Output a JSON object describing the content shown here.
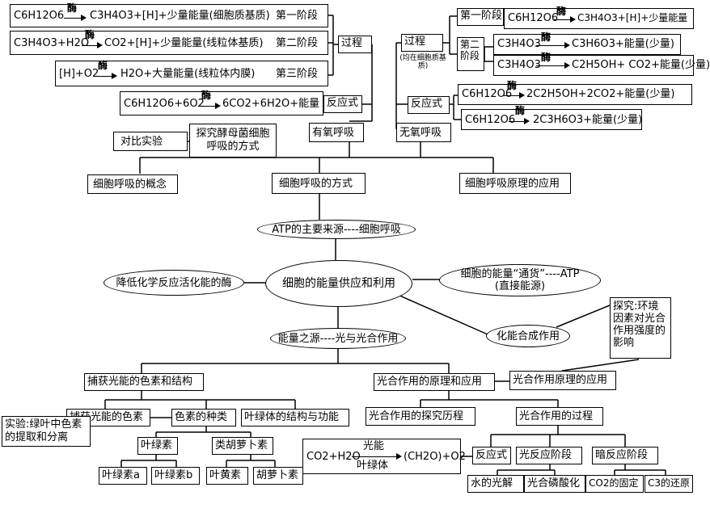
{
  "aerobic": {
    "eq1": {
      "left": "C6H12O6",
      "right": "C3H4O3+[H]+少量能量(细胞质基质)",
      "stage": "第一阶段"
    },
    "eq2": {
      "left": "C3H4O3+H2O",
      "right": "CO2+[H]+少量能量(线粒体基质)",
      "stage": "第二阶段"
    },
    "eq3": {
      "left": "[H]+O2",
      "right": "H2O+大量能量(线粒体内膜)",
      "stage": "第三阶段"
    },
    "eq_total": {
      "left": "C6H12O6+6O2",
      "right": "6CO2+6H2O+能量"
    },
    "process": "过程",
    "formula": "反应式",
    "title": "有氧呼吸"
  },
  "enzyme": "酶",
  "anaerobic": {
    "process": "过程",
    "process_note": "(均在细胞质基质)",
    "stage1": "第一阶段",
    "stage2": "第二阶段",
    "s1_eq": {
      "left": "C6H12O6",
      "right": "C3H4O3+[H]+少量能量"
    },
    "s2_eq_a": {
      "left": "C3H4O3",
      "right": "C3H6O3+能量(少量)"
    },
    "s2_eq_b": {
      "left": "C3H4O3",
      "right": "C2H5OH+ CO2+能量(少量)"
    },
    "formula": "反应式",
    "f_eq_a": {
      "left": "C6H12O6",
      "right": "2C2H5OH+2CO2+能量(少量)"
    },
    "f_eq_b": {
      "left": "C6H12O6",
      "right": "2C3H6O3+能量(少量)"
    },
    "title": "无氧呼吸"
  },
  "compare_exp": "对比实验",
  "explore_yeast": "探究酵母菌细胞呼吸的方式",
  "resp_concept": "细胞呼吸的概念",
  "resp_mode": "细胞呼吸的方式",
  "resp_application": "细胞呼吸原理的应用",
  "atp_source": "ATP的主要来源----细胞呼吸",
  "enzyme_lower": "降低化学反应活化能的酶",
  "center": "细胞的能量供应和利用",
  "atp_currency": "细胞的能量“通货”----ATP",
  "atp_direct": "(直接能源)",
  "chemosynthesis": "化能合成作用",
  "explore_env": "探究:环境因素对光合作用强度的影响",
  "photo_source": "能量之源----光与光合作用",
  "pigment_structure": "捕获光能的色素和结构",
  "photo_principle": "光合作用的原理和应用",
  "photo_principle_app": "光合作用原理的应用",
  "pigments": "捕获光能的色素",
  "pigment_kinds": "色素的种类",
  "chloroplast": "叶绿体的结构与功能",
  "experiment": "实验:绿叶中色素的提取和分离",
  "chlorophyll": "叶绿素",
  "carotenoids": "类胡萝卜素",
  "chl_a": "叶绿素a",
  "chl_b": "叶绿素b",
  "xanthophyll": "叶黄素",
  "carotene": "胡萝卜素",
  "photo_history": "光合作用的探究历程",
  "photo_process": "光合作用的过程",
  "photo_eq": {
    "left": "CO2+H2O",
    "top": "光能",
    "bottom": "叶绿体",
    "right": "(CH2O)+O2"
  },
  "photo_formula": "反应式",
  "light_stage": "光反应阶段",
  "dark_stage": "暗反应阶段",
  "water_split": "水的光解",
  "photophos": "光合磷酸化",
  "co2_fix": "CO2的固定",
  "c3_reduce": "C3的还原"
}
